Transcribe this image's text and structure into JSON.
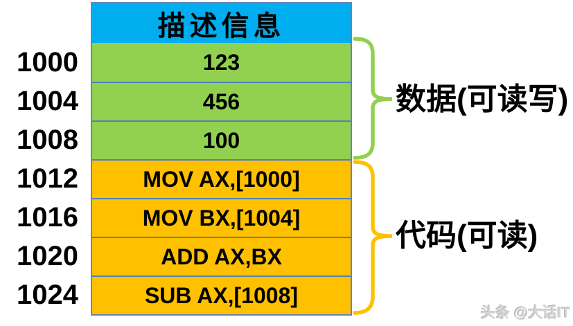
{
  "diagram": {
    "header": "描述信息",
    "rows": [
      {
        "address": "1000",
        "value": "123",
        "section": "data"
      },
      {
        "address": "1004",
        "value": "456",
        "section": "data"
      },
      {
        "address": "1008",
        "value": "100",
        "section": "data"
      },
      {
        "address": "1012",
        "value": "MOV AX,[1000]",
        "section": "code"
      },
      {
        "address": "1016",
        "value": "MOV BX,[1004]",
        "section": "code"
      },
      {
        "address": "1020",
        "value": "ADD AX,BX",
        "section": "code"
      },
      {
        "address": "1024",
        "value": "SUB AX,[1008]",
        "section": "code"
      }
    ],
    "groups": [
      {
        "label": "数据(可读写)",
        "color": "#92D050"
      },
      {
        "label": "代码(可读)",
        "color": "#FFC000"
      }
    ],
    "colors": {
      "header_fill": "#00AEEF",
      "data_fill": "#92D050",
      "code_fill": "#FFC000",
      "border": "#4F81BD",
      "text": "#000000"
    },
    "watermark": "头条 @大话IT"
  }
}
